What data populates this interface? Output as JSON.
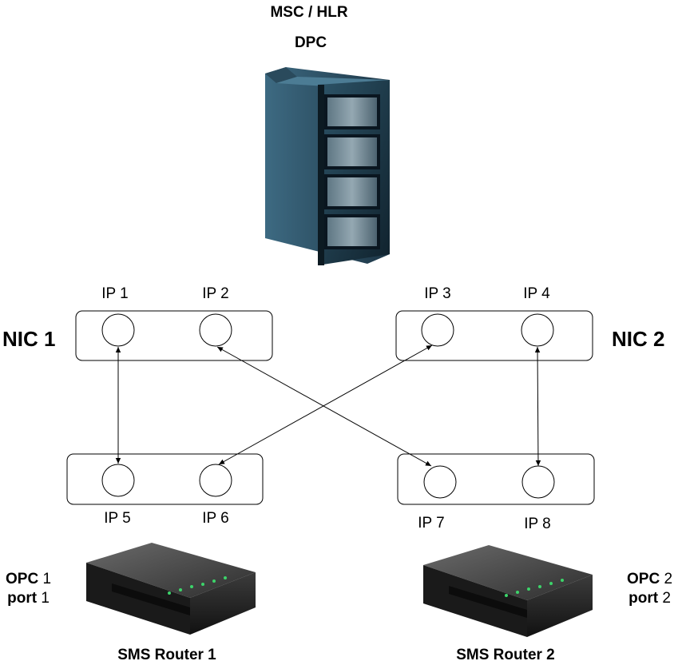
{
  "server": {
    "title": "MSC / HLR",
    "subtitle": "DPC"
  },
  "nics": [
    {
      "name": "NIC 1",
      "ports": [
        "IP 1",
        "IP 2"
      ]
    },
    {
      "name": "NIC 2",
      "ports": [
        "IP 3",
        "IP 4"
      ]
    }
  ],
  "router_nics": [
    {
      "ports": [
        "IP 5",
        "IP 6"
      ]
    },
    {
      "ports": [
        "IP 7",
        "IP 8"
      ]
    }
  ],
  "routers": [
    {
      "name": "SMS Router 1",
      "opc_label": "OPC",
      "opc_value": "1",
      "port_label": "port",
      "port_value": "1"
    },
    {
      "name": "SMS Router 2",
      "opc_label": "OPC",
      "opc_value": "2",
      "port_label": "port",
      "port_value": "2"
    }
  ],
  "links": [
    {
      "from": "IP 1",
      "to": "IP 5"
    },
    {
      "from": "IP 2",
      "to": "IP 7"
    },
    {
      "from": "IP 3",
      "to": "IP 6"
    },
    {
      "from": "IP 4",
      "to": "IP 8"
    }
  ]
}
